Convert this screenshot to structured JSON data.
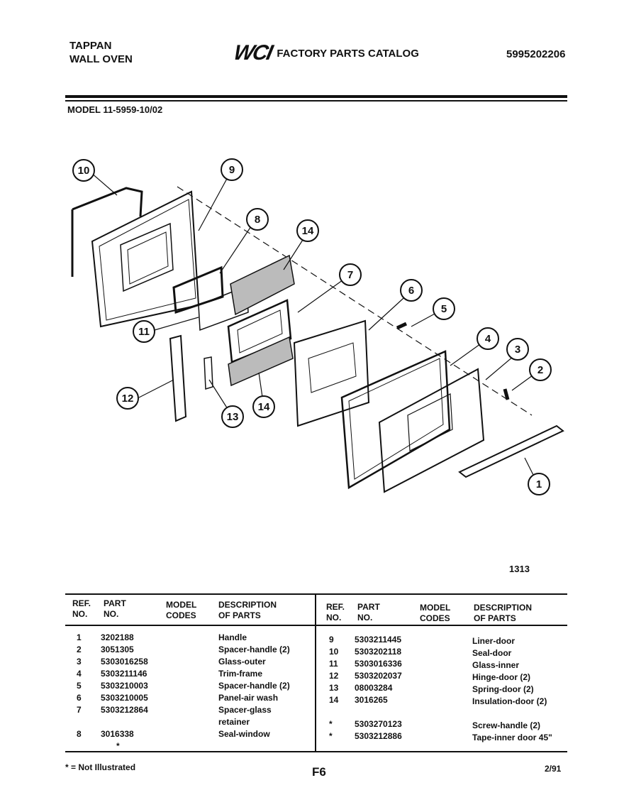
{
  "header": {
    "brand_line1": "TAPPAN",
    "brand_line2": "WALL OVEN",
    "logo_text": "WCI",
    "catalog_title": "FACTORY PARTS CATALOG",
    "catalog_number": "5995202206",
    "model": "MODEL 11-5959-10/02"
  },
  "diagram": {
    "callouts": [
      "10",
      "9",
      "8",
      "14",
      "7",
      "6",
      "5",
      "4",
      "3",
      "2",
      "1",
      "11",
      "12",
      "13",
      "14"
    ],
    "code": "1313"
  },
  "table": {
    "headers": {
      "ref_line1": "REF.",
      "ref_line2": "NO.",
      "part_line1": "PART",
      "part_line2": "NO.",
      "model_line1": "MODEL",
      "model_line2": "CODES",
      "desc_line1": "DESCRIPTION",
      "desc_line2": "OF PARTS"
    },
    "left_rows": [
      {
        "ref": "1",
        "part": "3202188",
        "desc": "Handle"
      },
      {
        "ref": "2",
        "part": "3051305",
        "desc": "Spacer-handle (2)"
      },
      {
        "ref": "3",
        "part": "5303016258",
        "desc": "Glass-outer"
      },
      {
        "ref": "4",
        "part": "5303211146",
        "desc": "Trim-frame"
      },
      {
        "ref": "5",
        "part": "5303210003",
        "desc": "Spacer-handle (2)"
      },
      {
        "ref": "6",
        "part": "5303210005",
        "desc": "Panel-air wash"
      },
      {
        "ref": "7",
        "part": "5303212864",
        "desc": "Spacer-glass"
      },
      {
        "ref": "",
        "part": "",
        "desc": "retainer"
      },
      {
        "ref": "8",
        "part": "3016338",
        "desc": "Seal-window"
      }
    ],
    "left_star": "*",
    "right_rows": [
      {
        "ref": "9",
        "part": "5303211445",
        "desc": "Liner-door"
      },
      {
        "ref": "10",
        "part": "5303202118",
        "desc": "Seal-door"
      },
      {
        "ref": "11",
        "part": "5303016336",
        "desc": "Glass-inner"
      },
      {
        "ref": "12",
        "part": "5303202037",
        "desc": "Hinge-door (2)"
      },
      {
        "ref": "13",
        "part": "08003284",
        "desc": "Spring-door (2)"
      },
      {
        "ref": "14",
        "part": "3016265",
        "desc": "Insulation-door (2)"
      },
      {
        "ref": "",
        "part": "",
        "desc": ""
      },
      {
        "ref": "*",
        "part": "5303270123",
        "desc": "Screw-handle (2)"
      },
      {
        "ref": "*",
        "part": "5303212886",
        "desc": "Tape-inner door 45\""
      }
    ]
  },
  "footer": {
    "note": "* = Not Illustrated",
    "page": "F6",
    "date": "2/91"
  }
}
